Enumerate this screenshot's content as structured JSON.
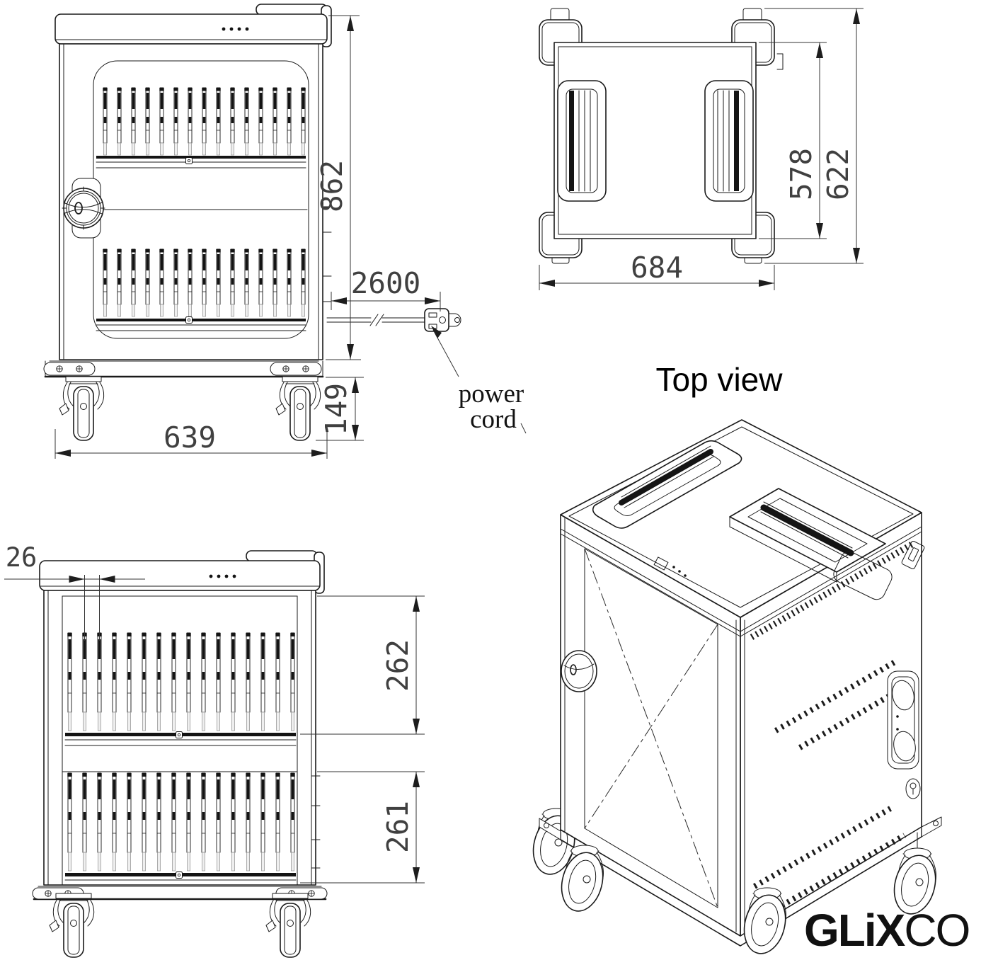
{
  "front_view": {
    "dim_height": "862",
    "dim_cord_length": "2600",
    "dim_caster_height": "149",
    "dim_width": "639",
    "power_label_line1": "power",
    "power_label_line2": "cord"
  },
  "top_view": {
    "title": "Top view",
    "dim_body_depth": "578",
    "dim_overall_depth": "622",
    "dim_overall_width": "684"
  },
  "open_front_view": {
    "dim_slot_pitch": "26",
    "dim_upper_bay_height": "262",
    "dim_lower_bay_height": "261"
  },
  "brand": {
    "logo_bold": "GLiX",
    "logo_light": "CO"
  }
}
